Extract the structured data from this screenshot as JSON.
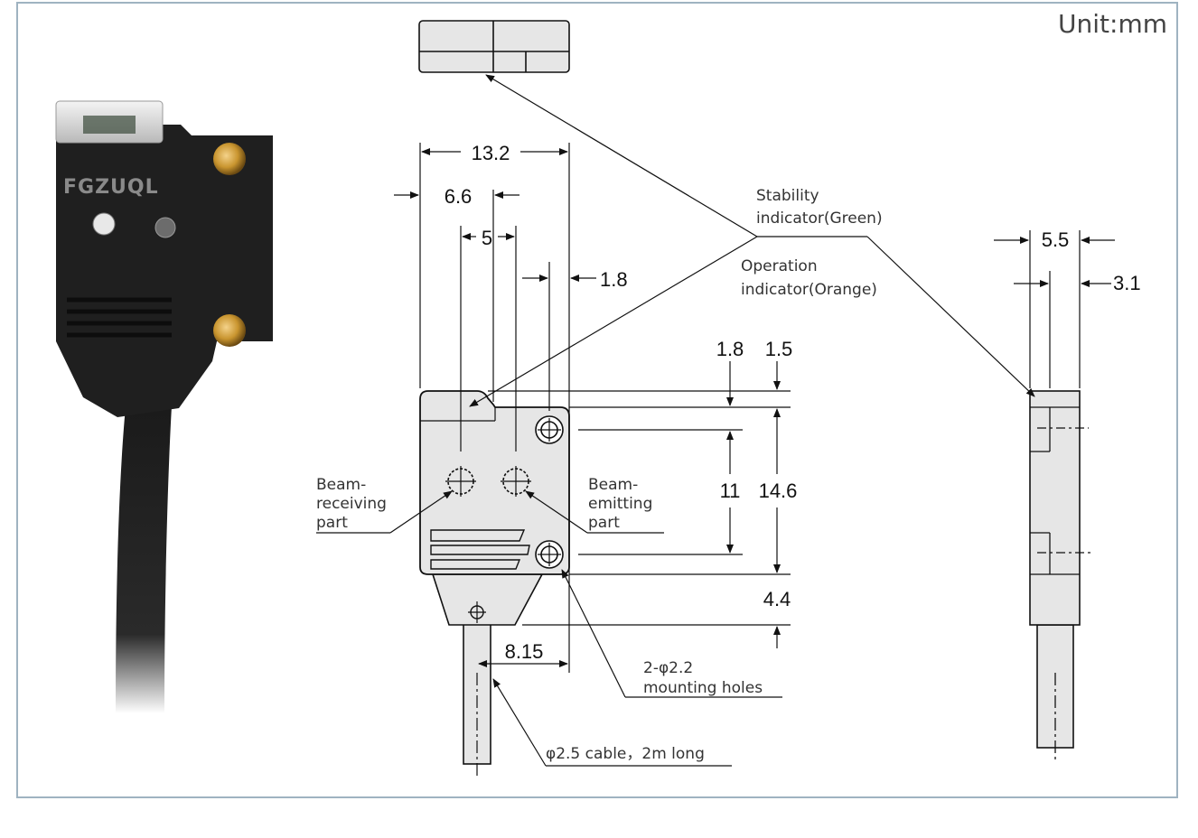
{
  "unit": "Unit:mm",
  "brand": "FGZUQL",
  "dimensions": {
    "width_total": "13.2",
    "sensor_offset": "6.6",
    "beam_spacing": "5",
    "hole_margin": "1.8",
    "top_offset_1": "1.8",
    "top_offset_2": "1.5",
    "hole_spacing": "11",
    "height_total": "14.6",
    "bottom_offset": "4.4",
    "cable_offset": "8.15",
    "depth": "5.5",
    "depth_front": "3.1"
  },
  "labels": {
    "stability_1": "Stability",
    "stability_2": "indicator(Green)",
    "operation_1": "Operation",
    "operation_2": "indicator(Orange)",
    "receiving_1": "Beam-",
    "receiving_2": "receiving",
    "receiving_3": "part",
    "emitting_1": "Beam-",
    "emitting_2": "emitting",
    "emitting_3": "part",
    "holes_1": "2-φ2.2",
    "holes_2": "mounting holes",
    "cable": "φ2.5 cable，2m long"
  },
  "colors": {
    "body_fill": "#e6e6e6",
    "line": "#111111",
    "frame": "#9fb3c1",
    "photo_body": "#1f1f1f"
  }
}
